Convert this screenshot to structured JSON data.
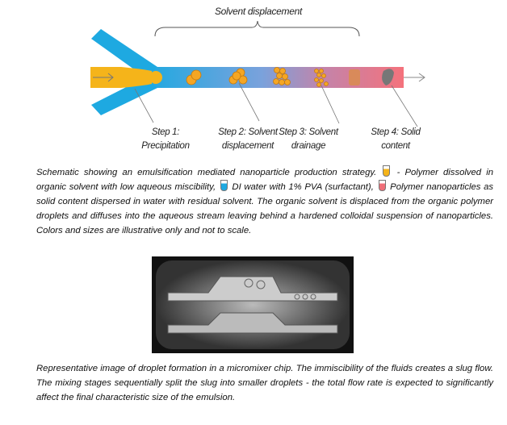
{
  "schematic": {
    "title": "Solvent displacement",
    "steps": [
      {
        "line1": "Step 1:",
        "line2": "Precipitation"
      },
      {
        "line1": "Step 2: Solvent",
        "line2": "displacement"
      },
      {
        "line1": "Step 3: Solvent",
        "line2": "drainage"
      },
      {
        "line1": "Step 4: Solid",
        "line2": "content"
      }
    ],
    "colors": {
      "organic": "#f5b41a",
      "water": "#1ea9e1",
      "product": "#f0707a"
    }
  },
  "caption1": {
    "part1": "Schematic showing an emulsification mediated nanoparticle production strategy.",
    "part2": "- Polymer dissolved in organic solvent with low aqueous miscibility,",
    "part3": "DI water with 1% PVA (surfactant),",
    "part4": "Polymer nanoparticles as solid content dispersed in water with residual solvent. The organic solvent is displaced from the organic polymer droplets and diffuses into the aqueous stream leaving behind a hardened colloidal suspension of nanoparticles. Colors and sizes are illustrative only and not to scale."
  },
  "caption2": "Representative image of droplet formation in a micromixer chip. The immiscibility of the fluids creates a slug flow. The mixing stages sequentially split the slug into smaller droplets - the total flow rate is expected to significantly affect the final characteristic size of the emulsion."
}
